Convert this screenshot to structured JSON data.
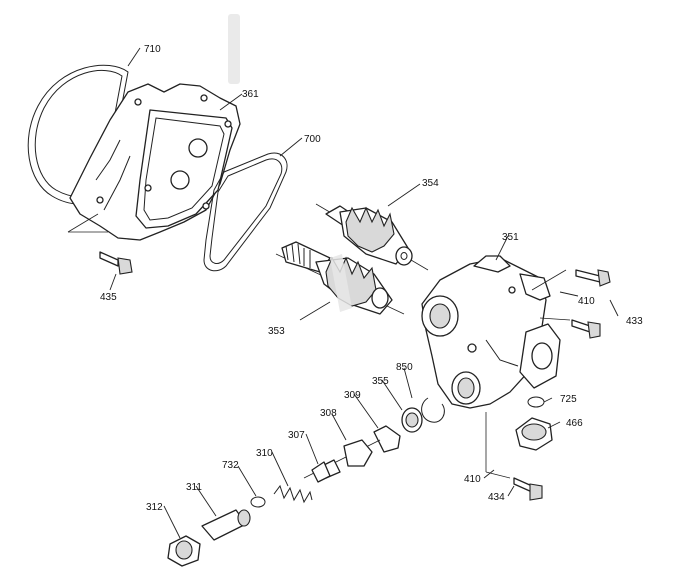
{
  "callouts": {
    "p710": "710",
    "p361": "361",
    "p700": "700",
    "p354": "354",
    "p351": "351",
    "p435": "435",
    "p410a": "410",
    "p433": "433",
    "p353": "353",
    "p850": "850",
    "p355": "355",
    "p309": "309",
    "p725": "725",
    "p308": "308",
    "p466": "466",
    "p307": "307",
    "p310": "310",
    "p732": "732",
    "p410b": "410",
    "p311": "311",
    "p434": "434",
    "p312": "312"
  }
}
